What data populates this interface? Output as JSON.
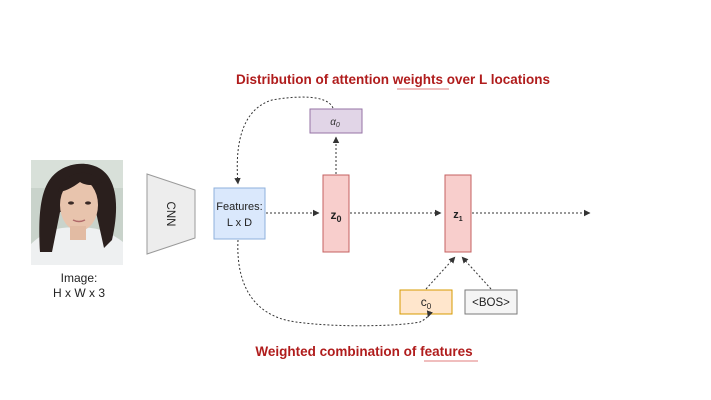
{
  "colors": {
    "caption": "#b01c1c",
    "underline": "#e07c7c",
    "edge": "#333333",
    "cnn_fill": "#ededed",
    "cnn_stroke": "#9a9a9a",
    "features_fill": "#dae8fc",
    "features_stroke": "#8fb1dc",
    "z_fill": "#f8cecc",
    "z_stroke": "#c56060",
    "alpha_fill": "#e1d5e7",
    "alpha_stroke": "#9673a6",
    "c_fill": "#ffe6cc",
    "c_stroke": "#d79b00",
    "bos_fill": "#f5f5f5",
    "bos_stroke": "#7a7a7a",
    "photo_bg": "#c9d3cb",
    "photo_hair": "#2a1f1d",
    "photo_skin": "#e8c4ad",
    "photo_clothes": "#eef0f1"
  },
  "captions": {
    "top_prefix": "Distribution of attention ",
    "top_underlined": "weights",
    "top_suffix": " over L locations",
    "bottom_prefix": "Weighted combination of ",
    "bottom_underlined": "features"
  },
  "image": {
    "label_line1": "Image:",
    "label_line2": "H x W x 3"
  },
  "cnn": {
    "label": "CNN"
  },
  "features": {
    "label_line1": "Features:",
    "label_line2": "L x D"
  },
  "z0": {
    "symbol": "z",
    "subscript": "0"
  },
  "z1": {
    "symbol": "z",
    "subscript": "1"
  },
  "alpha0": {
    "symbol": "α",
    "subscript": "0"
  },
  "c0": {
    "symbol": "c",
    "subscript": "0"
  },
  "bos": {
    "label": "<BOS>"
  }
}
